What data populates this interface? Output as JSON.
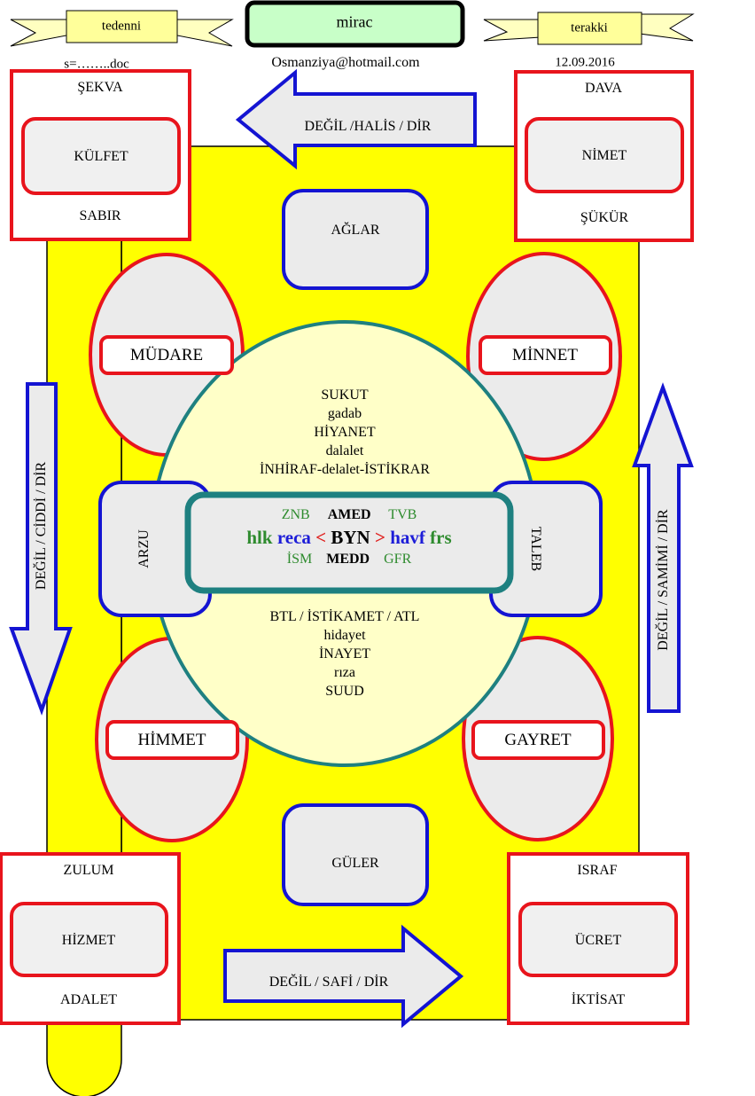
{
  "header": {
    "left_banner": "tedenni",
    "center_title": "mirac",
    "right_banner": "terakki",
    "left_note": "s=……..doc",
    "email": "Osmanziya@hotmail.com",
    "date": "12.09.2016"
  },
  "corners": {
    "top_left": {
      "top": "ŞEKVA",
      "inner": "KÜLFET",
      "bottom": "SABIR"
    },
    "top_right": {
      "top": "DAVA",
      "inner": "NİMET",
      "bottom": "ŞÜKÜR"
    },
    "bottom_left": {
      "top": "ZULUM",
      "inner": "HİZMET",
      "bottom": "ADALET"
    },
    "bottom_right": {
      "top": "ISRAF",
      "inner": "ÜCRET",
      "bottom": "İKTİSAT"
    }
  },
  "arrows": {
    "top": "DEĞİL /HALİS / DİR",
    "bottom": "DEĞİL  / SAFİ / DİR",
    "left": "DEĞİL / CİDDİ / DİR",
    "right": "DEĞİL / SAMİMİ / DİR"
  },
  "boxes": {
    "top": "AĞLAR",
    "bottom": "GÜLER",
    "left": "ARZU",
    "right": "TALEB"
  },
  "ovals": {
    "top_left": "MÜDARE",
    "top_right": "MİNNET",
    "bottom_left": "HİMMET",
    "bottom_right": "GAYRET"
  },
  "center_upper": [
    "SUKUT",
    "gadab",
    "HİYANET",
    "dalalet",
    "İNHİRAF-delalet-İSTİKRAR"
  ],
  "center_lower": [
    "BTL / İSTİKAMET / ATL",
    "hidayet",
    "İNAYET",
    "rıza",
    "SUUD"
  ],
  "core": {
    "row1": {
      "left": "ZNB",
      "mid": "AMED",
      "right": "TVB"
    },
    "row2": {
      "a": "hlk",
      "b": "reca",
      "c": "<",
      "d": "BYN",
      "e": ">",
      "f": "havf",
      "g": "frs"
    },
    "row3": {
      "left": "İSM",
      "mid": "MEDD",
      "right": "GFR"
    }
  },
  "colors": {
    "yellow": "#ffff00",
    "red_border": "#e8141c",
    "blue_border": "#1414d2",
    "teal": "#1e8080",
    "pale_yellow": "#ffffc8",
    "light_gray": "#ebebeb",
    "light_green": "#c8ffc8"
  }
}
